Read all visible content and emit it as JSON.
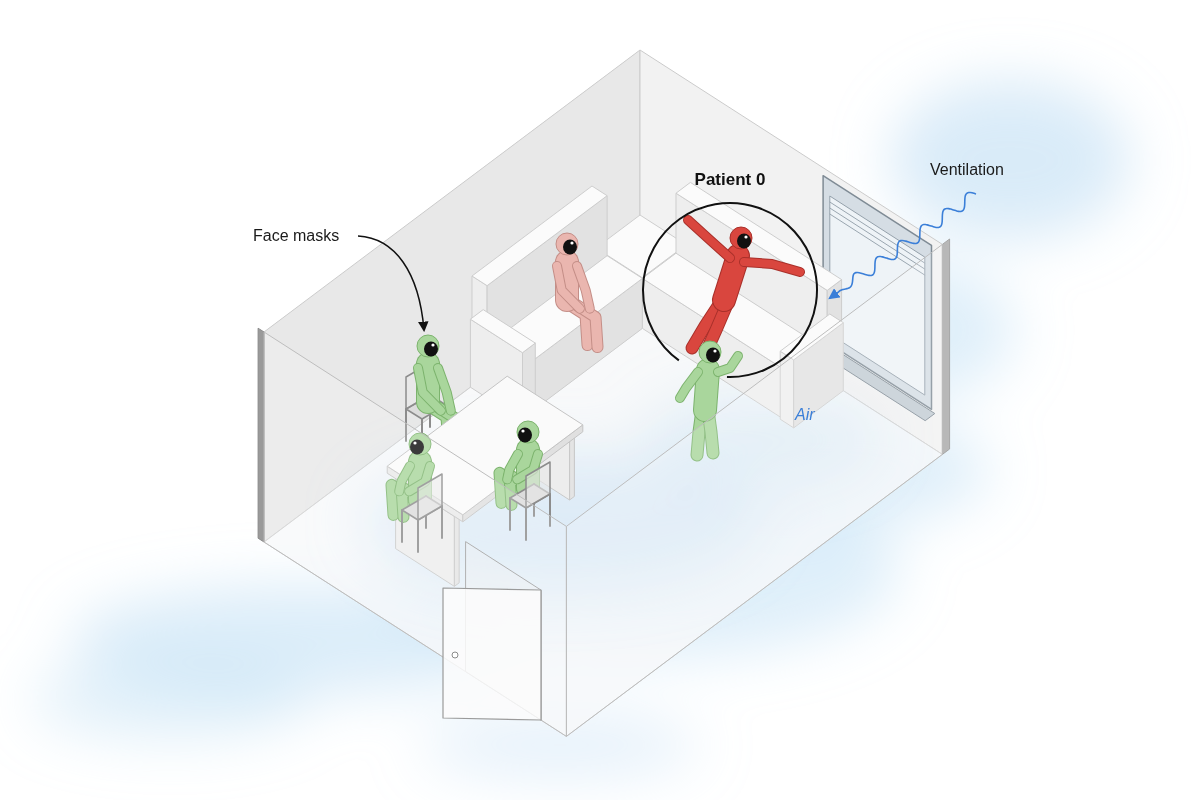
{
  "diagram": {
    "nodes": [
      {
        "text": [
          "Patient 0"
        ]
      }
    ],
    "labels": [
      "Face masks",
      "Ventilation",
      "Air"
    ]
  }
}
